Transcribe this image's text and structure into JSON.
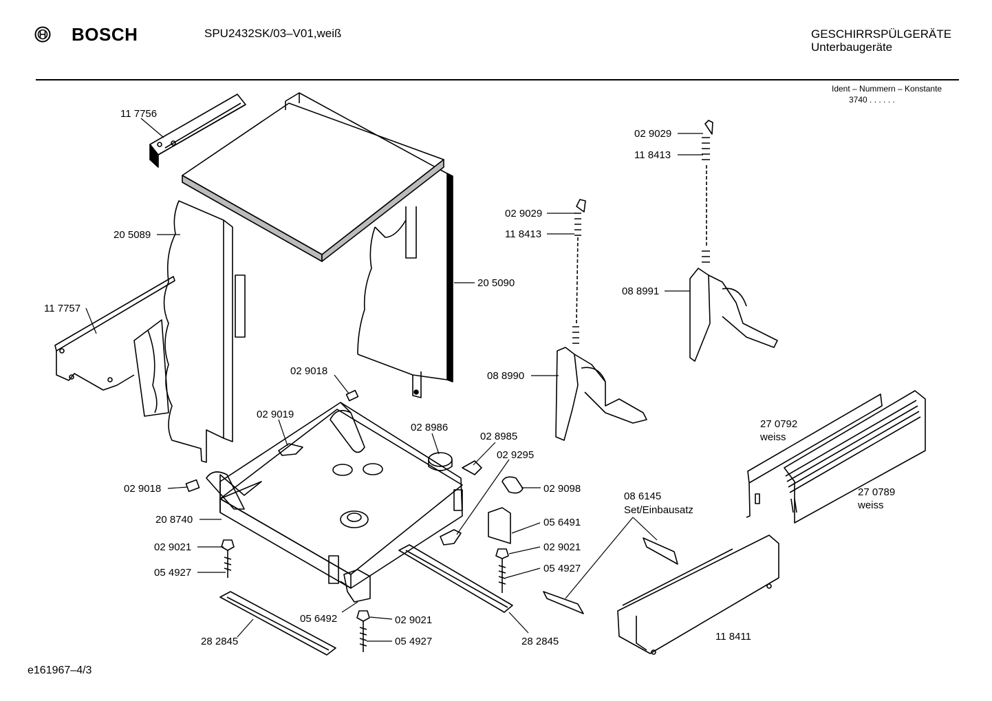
{
  "header": {
    "brand": "BOSCH",
    "model": "SPU2432SK/03–V01,weiß",
    "category_line1": "GESCHIRRSPÜLGERÄTE",
    "category_line2": "Unterbaugeräte",
    "ident_label": "Ident – Nummern – Konstante",
    "ident_value": "3740  .  .   .  .  .  ."
  },
  "footer": {
    "drawing_number": "e161967–4/3"
  },
  "parts": [
    {
      "id": "p1",
      "text": "11 7756"
    },
    {
      "id": "p2",
      "text": "20 5089"
    },
    {
      "id": "p3",
      "text": "11 7757"
    },
    {
      "id": "p4",
      "text": "20 5090"
    },
    {
      "id": "p5",
      "text": "02 9029"
    },
    {
      "id": "p6",
      "text": "11 8413"
    },
    {
      "id": "p7",
      "text": "02 9029"
    },
    {
      "id": "p8",
      "text": "11 8413"
    },
    {
      "id": "p9",
      "text": "08 8991"
    },
    {
      "id": "p10",
      "text": "08 8990"
    },
    {
      "id": "p11",
      "text": "02 9018"
    },
    {
      "id": "p12",
      "text": "02 9019"
    },
    {
      "id": "p13",
      "text": "02 8986"
    },
    {
      "id": "p14",
      "text": "02 8985"
    },
    {
      "id": "p15",
      "text": "02 9295"
    },
    {
      "id": "p16",
      "text": "27 0792"
    },
    {
      "id": "p17",
      "text": "weiss"
    },
    {
      "id": "p18",
      "text": "27 0789"
    },
    {
      "id": "p19",
      "text": "weiss"
    },
    {
      "id": "p20",
      "text": "02 9018"
    },
    {
      "id": "p21",
      "text": "20 8740"
    },
    {
      "id": "p22",
      "text": "02 9098"
    },
    {
      "id": "p23",
      "text": "08 6145"
    },
    {
      "id": "p24",
      "text": "Set/Einbausatz"
    },
    {
      "id": "p25",
      "text": "05 6491"
    },
    {
      "id": "p26",
      "text": "02 9021"
    },
    {
      "id": "p27",
      "text": "02 9021"
    },
    {
      "id": "p28",
      "text": "05 4927"
    },
    {
      "id": "p29",
      "text": "05 4927"
    },
    {
      "id": "p30",
      "text": "05 6492"
    },
    {
      "id": "p31",
      "text": "02 9021"
    },
    {
      "id": "p32",
      "text": "05 4927"
    },
    {
      "id": "p33",
      "text": "28 2845"
    },
    {
      "id": "p34",
      "text": "28 2845"
    },
    {
      "id": "p35",
      "text": "11 8411"
    }
  ]
}
